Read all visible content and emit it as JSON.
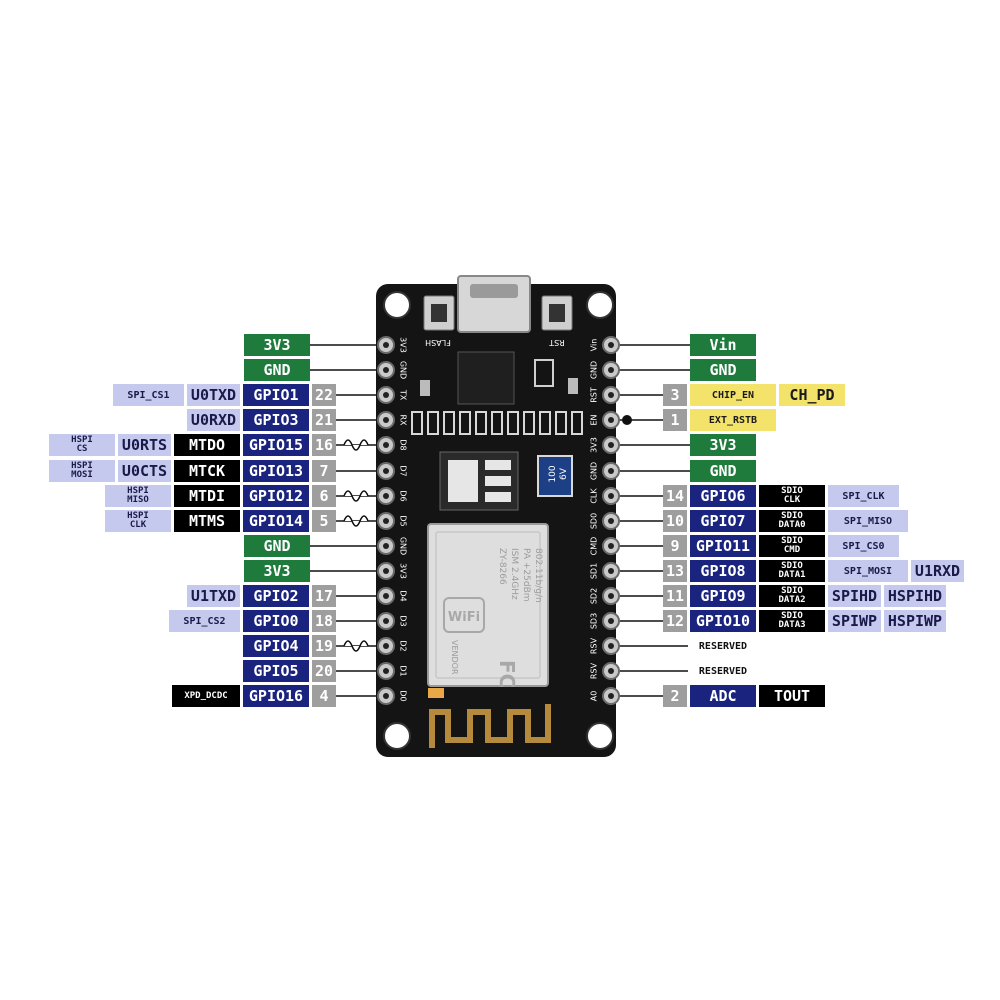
{
  "board": {
    "button_labels": {
      "flash": "FLASH",
      "reset": "RST"
    },
    "left_pins": [
      "3V3",
      "GND",
      "TX",
      "RX",
      "D8",
      "D7",
      "D6",
      "D5",
      "GND",
      "3V3",
      "D4",
      "D3",
      "D2",
      "D1",
      "D0"
    ],
    "right_pins": [
      "Vin",
      "GND",
      "RST",
      "EN",
      "3V3",
      "GND",
      "CLK",
      "SD0",
      "CMD",
      "SD1",
      "SD2",
      "SD3",
      "RSV",
      "RSV",
      "A0"
    ],
    "regulator_cap": [
      "100",
      "6V"
    ],
    "wifi_module": {
      "logo": "WiFi",
      "lines": [
        "ZY-8266",
        "ISM 2.4GHz",
        "PA +25dBm",
        "802.11b/g/n"
      ],
      "vendor": "VENDOR"
    }
  },
  "left_rows": [
    {
      "pin": "3V3",
      "labels": [
        {
          "type": "green",
          "text": "3V3"
        }
      ]
    },
    {
      "pin": "GND",
      "labels": [
        {
          "type": "green",
          "text": "GND"
        }
      ]
    },
    {
      "pin": "TX",
      "labels": [
        {
          "type": "lav",
          "text": "SPI_CS1"
        },
        {
          "type": "lav",
          "text": "U0TXD"
        },
        {
          "type": "navy",
          "text": "GPIO1"
        },
        {
          "type": "grey",
          "text": "22"
        }
      ]
    },
    {
      "pin": "RX",
      "labels": [
        {
          "type": "lav",
          "text": "U0RXD"
        },
        {
          "type": "navy",
          "text": "GPIO3"
        },
        {
          "type": "grey",
          "text": "21"
        }
      ]
    },
    {
      "pin": "D8",
      "pwm": true,
      "labels": [
        {
          "type": "lav",
          "lines": [
            "HSPI",
            "CS"
          ]
        },
        {
          "type": "lav",
          "text": "U0RTS"
        },
        {
          "type": "black",
          "text": "MTDO"
        },
        {
          "type": "navy",
          "text": "GPIO15"
        },
        {
          "type": "grey",
          "text": "16"
        }
      ]
    },
    {
      "pin": "D7",
      "labels": [
        {
          "type": "lav",
          "lines": [
            "HSPI",
            "MOSI"
          ]
        },
        {
          "type": "lav",
          "text": "U0CTS"
        },
        {
          "type": "black",
          "text": "MTCK"
        },
        {
          "type": "navy",
          "text": "GPIO13"
        },
        {
          "type": "grey",
          "text": "7"
        }
      ]
    },
    {
      "pin": "D6",
      "pwm": true,
      "labels": [
        {
          "type": "lav",
          "lines": [
            "HSPI",
            "MISO"
          ]
        },
        {
          "type": "black",
          "text": "MTDI"
        },
        {
          "type": "navy",
          "text": "GPIO12"
        },
        {
          "type": "grey",
          "text": "6"
        }
      ]
    },
    {
      "pin": "D5",
      "pwm": true,
      "labels": [
        {
          "type": "lav",
          "lines": [
            "HSPI",
            "CLK"
          ]
        },
        {
          "type": "black",
          "text": "MTMS"
        },
        {
          "type": "navy",
          "text": "GPIO14"
        },
        {
          "type": "grey",
          "text": "5"
        }
      ]
    },
    {
      "pin": "GND",
      "labels": [
        {
          "type": "green",
          "text": "GND"
        }
      ]
    },
    {
      "pin": "3V3",
      "labels": [
        {
          "type": "green",
          "text": "3V3"
        }
      ]
    },
    {
      "pin": "D4",
      "labels": [
        {
          "type": "lav",
          "text": "U1TXD"
        },
        {
          "type": "navy",
          "text": "GPIO2"
        },
        {
          "type": "grey",
          "text": "17"
        }
      ]
    },
    {
      "pin": "D3",
      "labels": [
        {
          "type": "lav",
          "text": "SPI_CS2"
        },
        {
          "type": "navy",
          "text": "GPIO0"
        },
        {
          "type": "grey",
          "text": "18"
        }
      ]
    },
    {
      "pin": "D2",
      "pwm": true,
      "labels": [
        {
          "type": "navy",
          "text": "GPIO4"
        },
        {
          "type": "grey",
          "text": "19"
        }
      ]
    },
    {
      "pin": "D1",
      "labels": [
        {
          "type": "navy",
          "text": "GPIO5"
        },
        {
          "type": "grey",
          "text": "20"
        }
      ]
    },
    {
      "pin": "D0",
      "labels": [
        {
          "type": "black",
          "text": "XPD_DCDC"
        },
        {
          "type": "navy",
          "text": "GPIO16"
        },
        {
          "type": "grey",
          "text": "4"
        }
      ]
    }
  ],
  "right_rows": [
    {
      "pin": "Vin",
      "labels": [
        {
          "type": "green",
          "text": "Vin"
        }
      ]
    },
    {
      "pin": "GND",
      "labels": [
        {
          "type": "green",
          "text": "GND"
        }
      ]
    },
    {
      "pin": "RST",
      "labels": [
        {
          "type": "grey",
          "text": "3"
        },
        {
          "type": "yellow",
          "text": "CHIP_EN"
        },
        {
          "type": "yellow",
          "text": "CH_PD"
        }
      ]
    },
    {
      "pin": "EN",
      "dot": true,
      "labels": [
        {
          "type": "grey",
          "text": "1"
        },
        {
          "type": "yellow",
          "text": "EXT_RSTB"
        }
      ]
    },
    {
      "pin": "3V3",
      "labels": [
        {
          "type": "green",
          "text": "3V3"
        }
      ]
    },
    {
      "pin": "GND",
      "labels": [
        {
          "type": "green",
          "text": "GND"
        }
      ]
    },
    {
      "pin": "CLK",
      "labels": [
        {
          "type": "grey",
          "text": "14"
        },
        {
          "type": "navy",
          "text": "GPIO6"
        },
        {
          "type": "black",
          "lines": [
            "SDIO",
            "CLK"
          ]
        },
        {
          "type": "lav",
          "text": "SPI_CLK"
        }
      ]
    },
    {
      "pin": "SD0",
      "labels": [
        {
          "type": "grey",
          "text": "10"
        },
        {
          "type": "navy",
          "text": "GPIO7"
        },
        {
          "type": "black",
          "lines": [
            "SDIO",
            "DATA0"
          ]
        },
        {
          "type": "lav",
          "text": "SPI_MISO"
        }
      ]
    },
    {
      "pin": "CMD",
      "labels": [
        {
          "type": "grey",
          "text": "9"
        },
        {
          "type": "navy",
          "text": "GPIO11"
        },
        {
          "type": "black",
          "lines": [
            "SDIO",
            "CMD"
          ]
        },
        {
          "type": "lav",
          "text": "SPI_CS0"
        }
      ]
    },
    {
      "pin": "SD1",
      "labels": [
        {
          "type": "grey",
          "text": "13"
        },
        {
          "type": "navy",
          "text": "GPIO8"
        },
        {
          "type": "black",
          "lines": [
            "SDIO",
            "DATA1"
          ]
        },
        {
          "type": "lav",
          "text": "SPI_MOSI"
        },
        {
          "type": "lav",
          "text": "U1RXD"
        }
      ]
    },
    {
      "pin": "SD2",
      "labels": [
        {
          "type": "grey",
          "text": "11"
        },
        {
          "type": "navy",
          "text": "GPIO9"
        },
        {
          "type": "black",
          "lines": [
            "SDIO",
            "DATA2"
          ]
        },
        {
          "type": "lav",
          "text": "SPIHD"
        },
        {
          "type": "lav",
          "text": "HSPIHD"
        }
      ]
    },
    {
      "pin": "SD3",
      "labels": [
        {
          "type": "grey",
          "text": "12"
        },
        {
          "type": "navy",
          "text": "GPIO10"
        },
        {
          "type": "black",
          "lines": [
            "SDIO",
            "DATA3"
          ]
        },
        {
          "type": "lav",
          "text": "SPIWP"
        },
        {
          "type": "lav",
          "text": "HSPIWP"
        }
      ]
    },
    {
      "pin": "RSV",
      "labels": [
        {
          "type": "plain",
          "text": "RESERVED"
        }
      ]
    },
    {
      "pin": "RSV",
      "labels": [
        {
          "type": "plain",
          "text": "RESERVED"
        }
      ]
    },
    {
      "pin": "A0",
      "labels": [
        {
          "type": "grey",
          "text": "2"
        },
        {
          "type": "navy",
          "text": "ADC"
        },
        {
          "type": "black",
          "text": "TOUT"
        }
      ]
    }
  ]
}
